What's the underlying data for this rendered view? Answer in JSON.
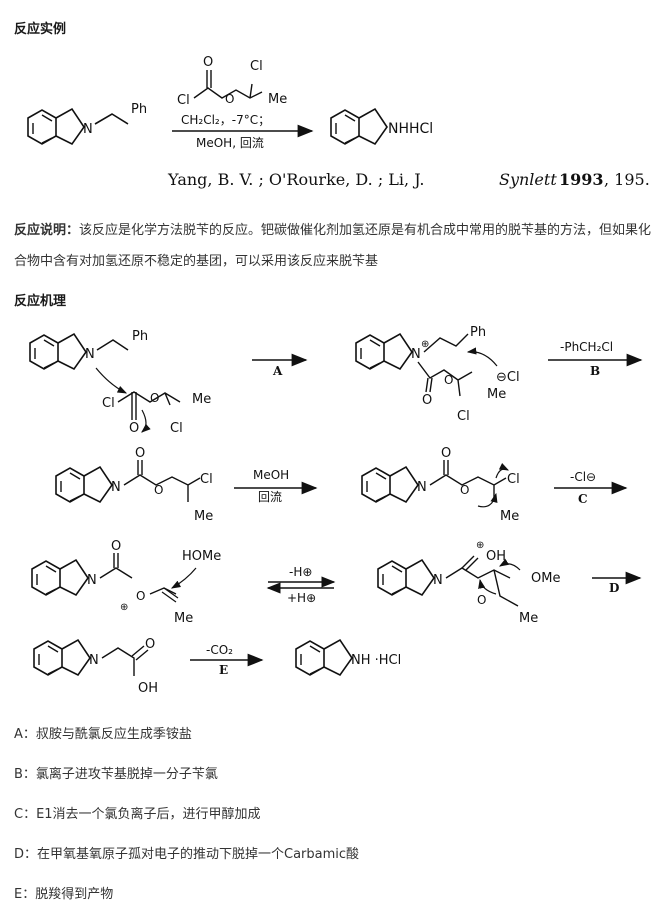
{
  "sections": {
    "example_title": "反应实例",
    "explanation_label": "反应说明：",
    "explanation_text": "该反应是化学方法脱苄的反应。钯碳做催化剂加氢还原是有机合成中常用的脱苄基的方法，但如果化合物中含有对加氢还原不稳定的基团，可以采用该反应来脱苄基",
    "mechanism_title": "反应机理"
  },
  "example": {
    "reagent_cl": "Cl",
    "reagent_cl2": "Cl",
    "reagent_o": "O",
    "reagent_o2": "O",
    "reagent_me": "Me",
    "sm_ph": "Ph",
    "sm_n": "N",
    "conditions1": "CH₂Cl₂，-7°C；",
    "conditions2": "MeOH, 回流",
    "product": "NHHCl",
    "reference_authors": "Yang, B. V. ; O'Rourke, D. ; Li, J.",
    "reference_journal": "Synlett",
    "reference_year": "1993",
    "reference_page": ", 195."
  },
  "mechanism": {
    "stepA": "A",
    "stepB": "B",
    "stepB_reagent": "-PhCH₂Cl",
    "stepC": "C",
    "stepC_reagent": "-Cl⊖",
    "stepD": "D",
    "stepE": "E",
    "stepE_reagent": "-CO₂",
    "meoh": "MeOH",
    "reflux": "回流",
    "minus_h": "-H⊕",
    "plus_h": "+H⊕",
    "homo": "HOMe",
    "final_product": "NH ·HCl",
    "ph": "Ph",
    "cl": "Cl",
    "me": "Me",
    "o": "O",
    "oh": "OH",
    "n": "N",
    "ome": "OMe",
    "cl_anion": "⊖Cl",
    "plus": "⊕"
  },
  "steps": [
    {
      "text": "A：叔胺与酰氯反应生成季铵盐"
    },
    {
      "text": "B：氯离子进攻苄基脱掉一分子苄氯"
    },
    {
      "text": "C：E1消去一个氯负离子后，进行甲醇加成"
    },
    {
      "text": "D：在甲氧基氧原子孤对电子的推动下脱掉一个Carbamic酸"
    },
    {
      "text": "E：脱羧得到产物"
    }
  ]
}
